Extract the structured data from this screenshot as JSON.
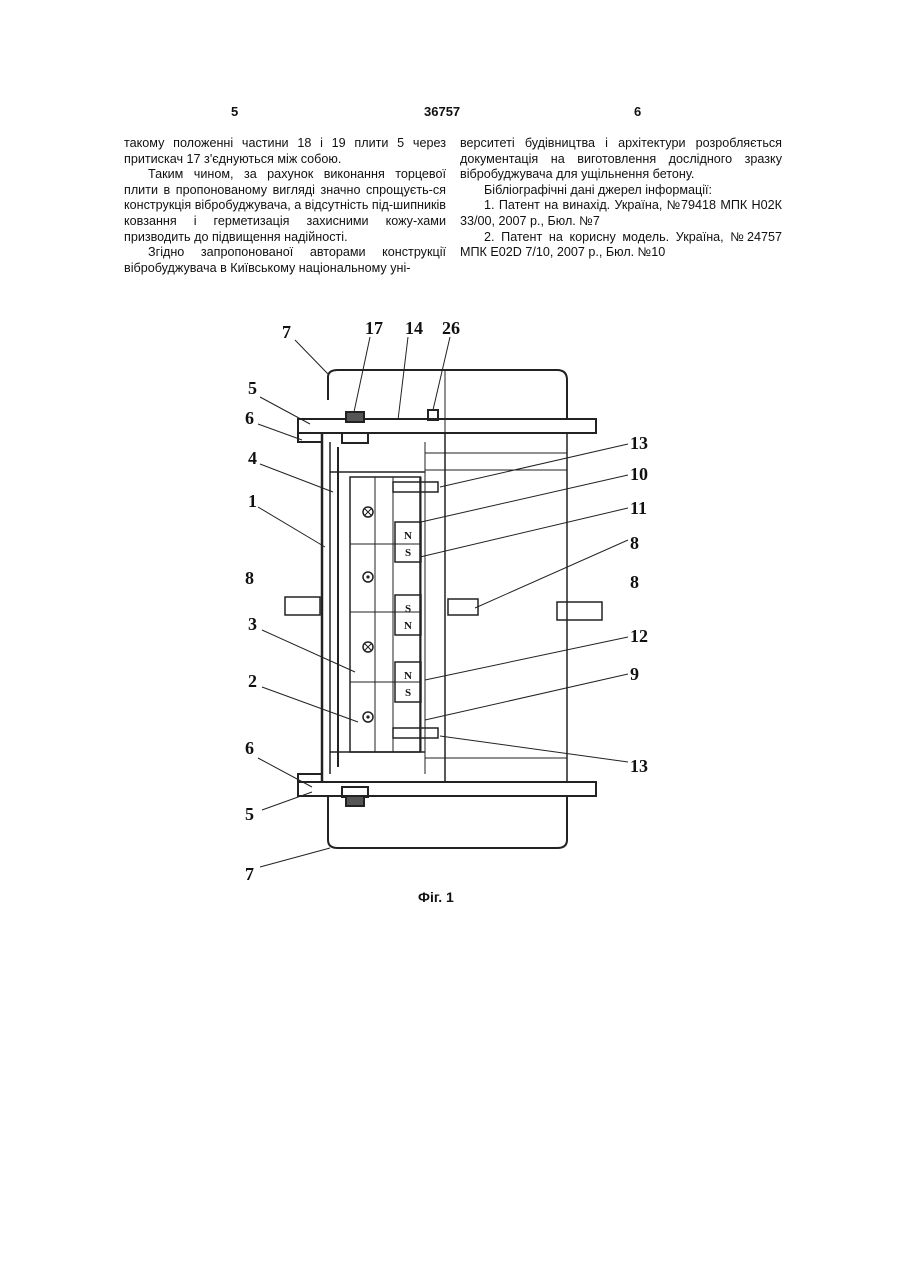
{
  "header": {
    "left_page": "5",
    "patent_no": "36757",
    "right_page": "6"
  },
  "left_column": [
    {
      "indent": false,
      "text": "такому положенні частини 18 і 19 плити 5 через притискач 17 з'єднуються між собою."
    },
    {
      "indent": true,
      "text": "Таким чином, за рахунок виконання торцевої плити в пропонованому вигляді значно спрощуєть-ся конструкція вібробуджувача, а відсутність під-шипників ковзання і герметизація захисними кожу-хами призводить до підвищення надійності."
    },
    {
      "indent": true,
      "text": "Згідно запропонованої авторами конструкції вібробуджувача в Київському національному уні-"
    }
  ],
  "right_column": [
    {
      "indent": false,
      "text": "верситеті будівництва і архітектури розробляється документація на виготовлення дослідного зразку вібробуджувача для ущільнення бетону."
    },
    {
      "indent": true,
      "text": "Бібліографічні дані джерел інформації:"
    },
    {
      "indent": true,
      "text": "1. Патент на винахід. Україна, №79418 МПК Н02К 33/00, 2007 р., Бюл. №7"
    },
    {
      "indent": true,
      "text": "2. Патент на корисну модель. Україна, №24757 МПК Е02D 7/10, 2007 р., Бюл. №10"
    }
  ],
  "figure": {
    "caption": "Фіг. 1",
    "labels": {
      "l7_top": "7",
      "l17": "17",
      "l14": "14",
      "l26": "26",
      "l5_top": "5",
      "l6_top": "6",
      "l4": "4",
      "l1": "1",
      "l8_left": "8",
      "l3": "3",
      "l2": "2",
      "l6_bot": "6",
      "l5_bot": "5",
      "l7_bot": "7",
      "l13_top": "13",
      "l10": "10",
      "l11": "11",
      "l8_mid": "8",
      "l8_right": "8",
      "l12": "12",
      "l9": "9",
      "l13_bot": "13"
    },
    "magnets": {
      "m1_top": "N",
      "m1_bot": "S",
      "m2_top": "S",
      "m2_bot": "N",
      "m3_top": "N",
      "m3_bot": "S"
    }
  }
}
